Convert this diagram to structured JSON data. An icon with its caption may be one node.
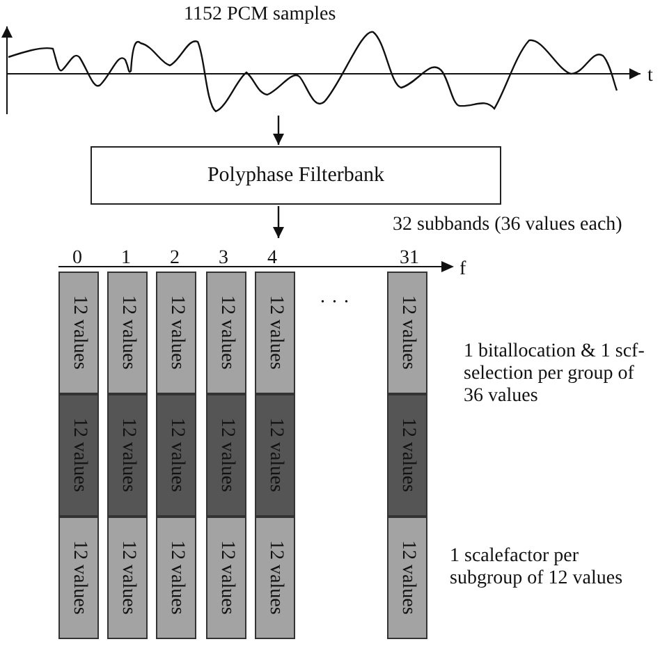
{
  "diagram": {
    "nodes": [
      {
        "text": [
          "1152 PCM samples"
        ],
        "beside": [
          "t"
        ]
      },
      {
        "text": [
          "Polyphase Filterbank"
        ]
      },
      {
        "text": [
          "32 subbands (36 values each)"
        ]
      },
      {
        "text": [
          "12 values"
        ]
      },
      {
        "text": [
          "12 values"
        ]
      },
      {
        "text": [
          "12 values"
        ]
      },
      {
        "text": [
          "12 values"
        ]
      },
      {
        "text": [
          "12 values"
        ]
      },
      {
        "text": [
          "12 values"
        ]
      },
      {
        "text": [
          "12 values"
        ]
      },
      {
        "text": [
          "12 values"
        ]
      },
      {
        "text": [
          "12 values"
        ]
      },
      {
        "text": [
          "12 values"
        ]
      },
      {
        "text": [
          "12 values"
        ]
      },
      {
        "text": [
          "12 values"
        ]
      },
      {
        "text": [
          "12 values"
        ]
      },
      {
        "text": [
          "12 values"
        ]
      },
      {
        "text": [
          "12 values"
        ]
      },
      {
        "text": [
          "12 values"
        ]
      },
      {
        "text": [
          "12 values"
        ]
      },
      {
        "text": [
          "12 values"
        ]
      }
    ],
    "edges": [
      {
        "from": 0,
        "to": 1,
        "arrow": "to"
      },
      {
        "from": 1,
        "to": 2,
        "arrow": "to"
      }
    ],
    "labels": [
      "0",
      "1",
      "2",
      "3",
      "4",
      "...",
      "31",
      "f",
      "1 bitallocation & 1 scf-selection per group of 36 values",
      "1 scalefactor per subgroup of 12 values"
    ]
  }
}
